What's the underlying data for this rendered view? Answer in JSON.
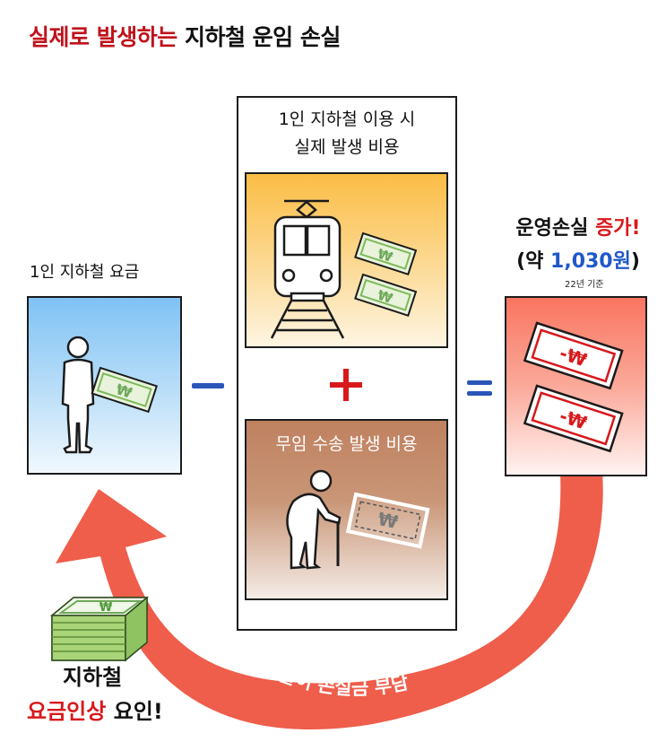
{
  "title": {
    "highlight": "실제로 발생하는",
    "rest": "지하철 운임 손실"
  },
  "fare": {
    "label": "1인 지하철 요금"
  },
  "operators": {
    "minus": "−",
    "plus": "+",
    "equals": "="
  },
  "cost": {
    "title_line1": "1인 지하철 이용 시",
    "title_line2": "실제 발생 비용",
    "free_transport_label": "무임 수송 발생 비용"
  },
  "loss": {
    "title": "운영손실",
    "title_highlight": "증가!",
    "amount_prefix": "(약",
    "amount_value": "1,030원",
    "amount_suffix": ")",
    "note": "22년 기준"
  },
  "arrow": {
    "label": "일반 승객들이 손실금 부담"
  },
  "fare_raise": {
    "line1": "지하철",
    "highlight": "요금인상",
    "rest": "요인!"
  },
  "icons": {
    "currency_symbol": "₩",
    "negative_currency": "-₩"
  },
  "colors": {
    "title_red": "#c0121b",
    "accent_red": "#d8191c",
    "accent_blue": "#1f58c9",
    "arrow": "#ef5d4b",
    "money_green": "#7db95a"
  }
}
